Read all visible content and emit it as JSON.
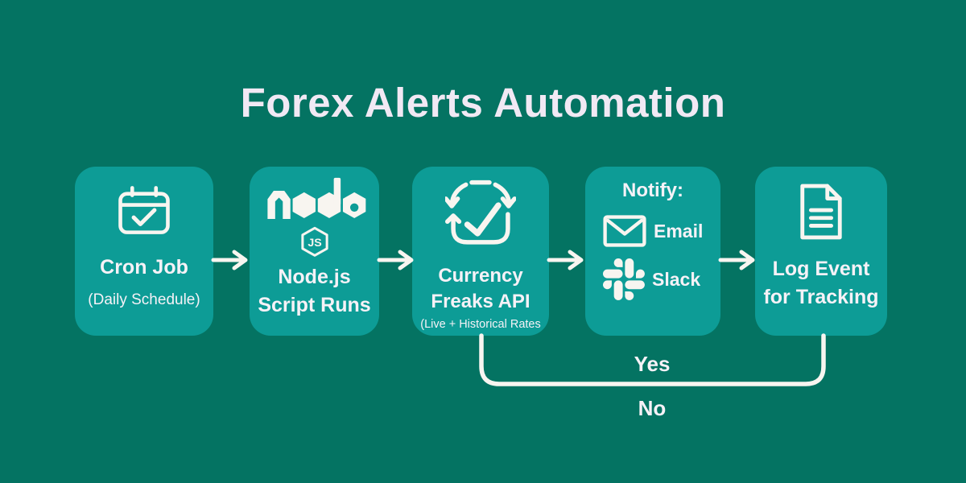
{
  "title": "Forex Alerts Automation",
  "colors": {
    "background": "#047362",
    "card": "#0D9C96",
    "title_text": "#F1E9F4",
    "card_text": "#F6F2F7",
    "line": "#F8F5F0"
  },
  "flow": {
    "cards": [
      {
        "name": "cron-job",
        "icon": "calendar-check-icon",
        "line1": "Cron Job",
        "line2": "(Daily Schedule)"
      },
      {
        "name": "nodejs-script",
        "icon": "nodejs-logo-icon",
        "badge": "JS",
        "line1": "Node.js",
        "line2": "Script Runs"
      },
      {
        "name": "currencyfreaks-api",
        "icon": "sync-check-icon",
        "line1": "Currency",
        "line2": "Freaks API",
        "line3": "(Live + Historical Rates"
      },
      {
        "name": "notify",
        "heading": "Notify:",
        "channels": [
          {
            "icon": "email-icon",
            "label": "Email"
          },
          {
            "icon": "slack-icon",
            "label": "Slack"
          }
        ]
      },
      {
        "name": "log-event",
        "icon": "document-icon",
        "line1": "Log Event",
        "line2": "for Tracking"
      }
    ],
    "branch": {
      "yes": "Yes",
      "no": "No"
    }
  }
}
